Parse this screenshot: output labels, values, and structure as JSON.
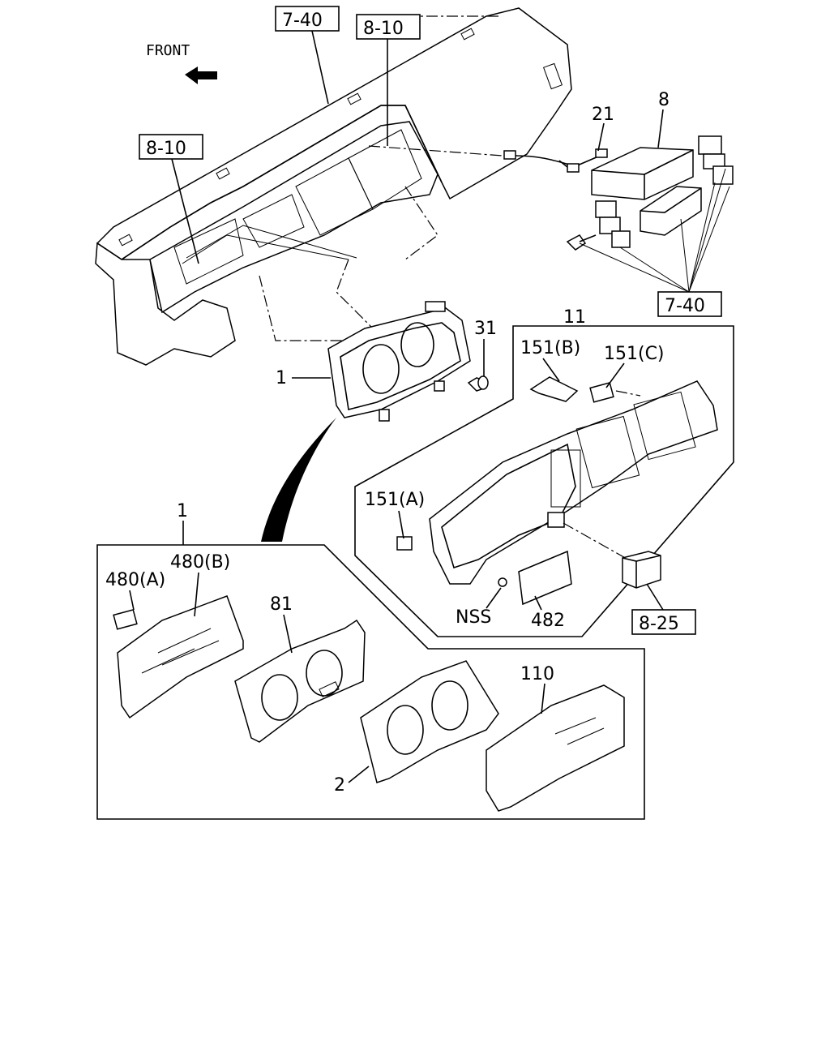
{
  "front_label": "FRONT",
  "refs": {
    "ref_7_40_top": "7-40",
    "ref_8_10_top": "8-10",
    "ref_8_10_left": "8-10",
    "ref_7_40_right": "7-40",
    "ref_8_25": "8-25"
  },
  "callouts": {
    "c21": "21",
    "c8": "8",
    "c11": "11",
    "c31": "31",
    "c1_upper": "1",
    "c151b": "151(B)",
    "c151c": "151(C)",
    "c151a": "151(A)",
    "cnss": "NSS",
    "c482": "482",
    "c1_lower": "1",
    "c480b": "480(B)",
    "c480a": "480(A)",
    "c81": "81",
    "c110": "110",
    "c2": "2"
  }
}
